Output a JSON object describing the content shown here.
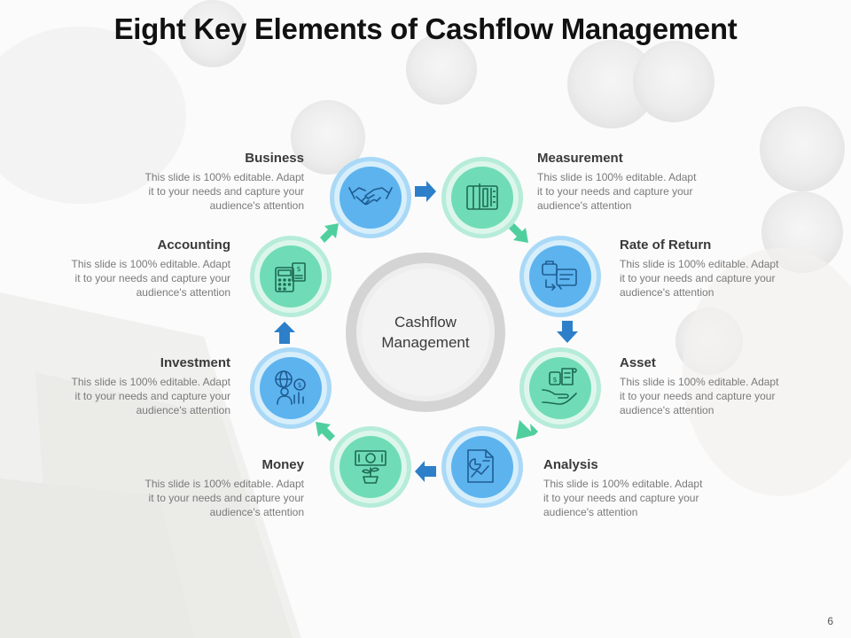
{
  "title": "Eight Key Elements of Cashflow Management",
  "center": {
    "line1": "Cashflow",
    "line2": "Management"
  },
  "items": [
    {
      "name": "Business",
      "desc1": "This slide is 100% editable. Adapt",
      "desc2": "it to your needs and capture your",
      "desc3": "audience's attention",
      "icon": "handshake-icon",
      "color": "blue"
    },
    {
      "name": "Measurement",
      "desc1": "This slide is 100% editable. Adapt",
      "desc2": "it to your needs and capture your",
      "desc3": "audience's attention",
      "icon": "ruler-book-icon",
      "color": "green"
    },
    {
      "name": "Rate of Return",
      "desc1": "This slide is 100% editable. Adapt",
      "desc2": "it to your needs and capture your",
      "desc3": "audience's attention",
      "icon": "exchange-chat-icon",
      "color": "blue"
    },
    {
      "name": "Asset",
      "desc1": "This slide is 100% editable. Adapt",
      "desc2": "it to your needs and capture your",
      "desc3": "audience's attention",
      "icon": "money-hand-icon",
      "color": "green"
    },
    {
      "name": "Analysis",
      "desc1": "This slide is 100% editable. Adapt",
      "desc2": "it to your needs and capture your",
      "desc3": "audience's attention",
      "icon": "report-chart-icon",
      "color": "blue"
    },
    {
      "name": "Money",
      "desc1": "This slide is 100% editable. Adapt",
      "desc2": "it to your needs and capture your",
      "desc3": "audience's attention",
      "icon": "banknote-plant-icon",
      "color": "green"
    },
    {
      "name": "Investment",
      "desc1": "This slide is 100% editable. Adapt",
      "desc2": "it to your needs and capture your",
      "desc3": "audience's attention",
      "icon": "globe-investor-icon",
      "color": "blue"
    },
    {
      "name": "Accounting",
      "desc1": "This slide is 100% editable. Adapt",
      "desc2": "it to your needs and capture your",
      "desc3": "audience's attention",
      "icon": "calculator-icon",
      "color": "green"
    }
  ],
  "colors": {
    "blue_fill": "#5cb3ee",
    "blue_ring": "#a9d9f7",
    "blue_stroke": "#1f5c93",
    "green_fill": "#6fdcb7",
    "green_ring": "#b6ecd9",
    "green_stroke": "#1d6a53",
    "arrow_blue": "#2d7fc9",
    "arrow_green": "#4fcf9d"
  },
  "page_number": "6"
}
